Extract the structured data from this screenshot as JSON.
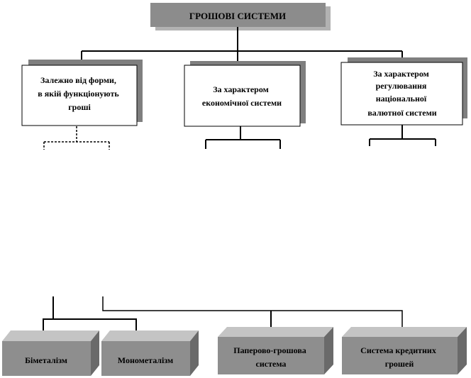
{
  "title": "ГРОШОВІ СИСТЕМИ",
  "categories": [
    {
      "id": "form",
      "lines": [
        "Залежно від форми,",
        "в якій функціонують",
        "гроші"
      ]
    },
    {
      "id": "economic",
      "lines": [
        "За характером",
        "економічної системи"
      ]
    },
    {
      "id": "regulation",
      "lines": [
        "За характером",
        "регулювання",
        "національної",
        "валютної системи"
      ]
    }
  ],
  "types": [
    {
      "id": "bimetallism",
      "lines": [
        "Біметалізм"
      ]
    },
    {
      "id": "monometallism",
      "lines": [
        "Монометалізм"
      ]
    },
    {
      "id": "paper-money",
      "lines": [
        "Паперово-грошова",
        "система"
      ]
    },
    {
      "id": "credit-money",
      "lines": [
        "Система кредитних",
        "грошей"
      ]
    }
  ],
  "colors": {
    "title_fill": "#8c8c8c",
    "title_shadow": "#b2b2b2",
    "box_shadow": "#7f7f7f",
    "block_front": "#8e8e8e",
    "block_top": "#c4c4c4",
    "block_side": "#6a6a6a",
    "line": "#000000"
  }
}
